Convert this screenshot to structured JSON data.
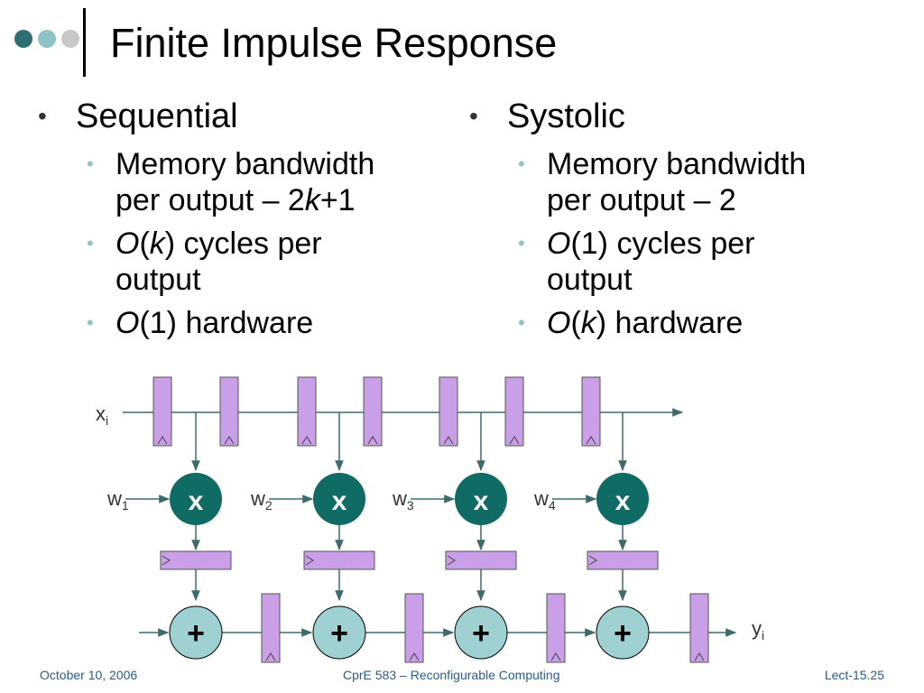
{
  "slide": {
    "title": "Finite Impulse Response",
    "logo_dot_colors": [
      "#2f6f73",
      "#8fc3c9",
      "#c8c8c8"
    ]
  },
  "columns": [
    {
      "heading": "Sequential",
      "items": [
        {
          "prefix": "",
          "italic_parts": [],
          "text": "Memory bandwidth\nper output – 2",
          "italic": "k",
          "suffix": "+1"
        },
        {
          "prefix": "",
          "italic_lead": "O",
          "open": "(",
          "italic_arg": "k",
          "rest": ") cycles per\noutput"
        },
        {
          "prefix": "",
          "italic_lead": "O",
          "rest": "(1) hardware"
        }
      ]
    },
    {
      "heading": "Systolic",
      "items": [
        {
          "text": "Memory bandwidth\nper output – 2"
        },
        {
          "italic_lead": "O",
          "rest": "(1) cycles per\noutput"
        },
        {
          "italic_lead": "O",
          "open": "(",
          "italic_arg": "k",
          "rest": ") hardware"
        }
      ]
    }
  ],
  "diagram": {
    "input_label": "x",
    "input_sub": "i",
    "output_label": "y",
    "output_sub": "i",
    "weights": [
      {
        "label": "w",
        "sub": "1"
      },
      {
        "label": "w",
        "sub": "2"
      },
      {
        "label": "w",
        "sub": "3"
      },
      {
        "label": "w",
        "sub": "4"
      }
    ],
    "multiplier_symbol": "x",
    "adder_symbol": "+",
    "colors": {
      "register": "#c9a0e8",
      "multiplier": "#0f6b63",
      "adder": "#9fd1d3",
      "wire": "#3d6b6b"
    }
  },
  "footer": {
    "date": "October 10, 2006",
    "course": "CprE 583 – Reconfigurable Computing",
    "lecture": "Lect-15.25"
  }
}
